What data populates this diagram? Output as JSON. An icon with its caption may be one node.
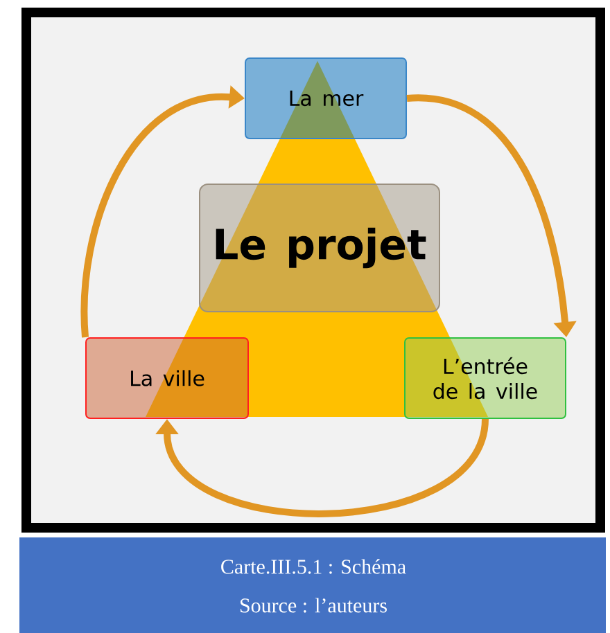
{
  "diagram": {
    "caption": "Carte.III.5.1 : Schéma",
    "nodes": [
      {
        "text": [
          "La mer"
        ]
      },
      {
        "text": [
          "Le projet"
        ]
      },
      {
        "text": [
          "La ville"
        ]
      },
      {
        "text": [
          "L’entrée de la ville"
        ]
      }
    ],
    "edges": [
      {
        "from": 2,
        "to": 0,
        "arrow": "to"
      },
      {
        "from": 0,
        "to": 3,
        "arrow": "to"
      },
      {
        "from": 3,
        "to": 2,
        "arrow": "to"
      }
    ],
    "labels": [
      "Source : l’auteurs"
    ]
  }
}
